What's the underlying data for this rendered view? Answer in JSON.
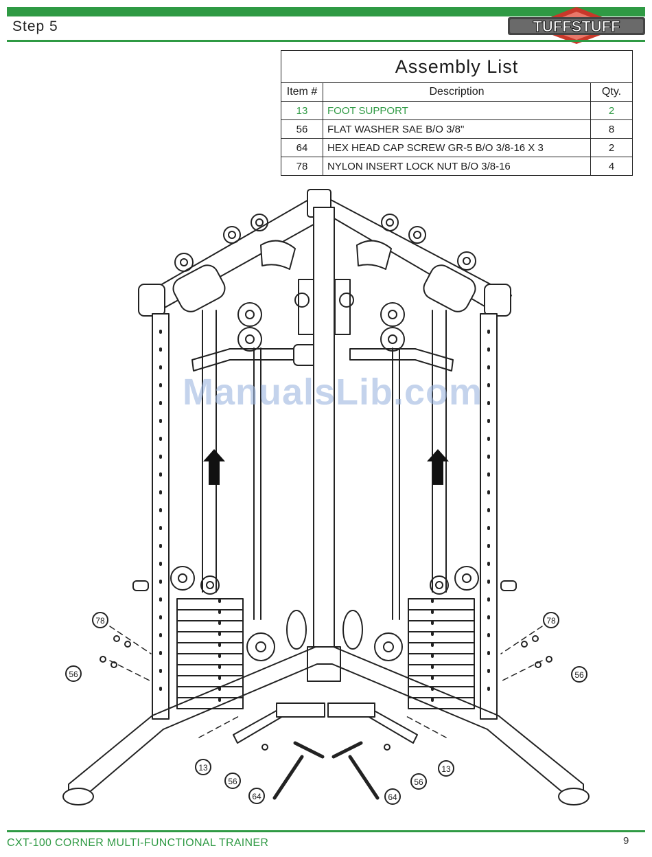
{
  "header": {
    "step_title": "Step 5",
    "logo_text": "TUFFSTUFF"
  },
  "assembly_list": {
    "title": "Assembly List",
    "columns": [
      "Item #",
      "Description",
      "Qty."
    ],
    "rows": [
      {
        "item": "13",
        "description": "FOOT SUPPORT",
        "qty": "2",
        "highlight": true
      },
      {
        "item": "56",
        "description": "FLAT WASHER SAE B/O 3/8\"",
        "qty": "8",
        "highlight": false
      },
      {
        "item": "64",
        "description": "HEX HEAD CAP SCREW GR-5 B/O 3/8-16 X 3",
        "qty": "2",
        "highlight": false
      },
      {
        "item": "78",
        "description": "NYLON INSERT LOCK NUT B/O 3/8-16",
        "qty": "4",
        "highlight": false
      }
    ]
  },
  "diagram": {
    "callouts": {
      "c78": "78",
      "c56": "56",
      "c13": "13",
      "c64": "64"
    }
  },
  "watermark": "ManualsLib.com",
  "footer": {
    "title": "CXT-100 CORNER MULTI-FUNCTIONAL TRAINER",
    "page_number": "9"
  },
  "colors": {
    "accent_green": "#2f9a44",
    "logo_red": "#c8382a",
    "watermark_blue": "#9db7e0"
  }
}
